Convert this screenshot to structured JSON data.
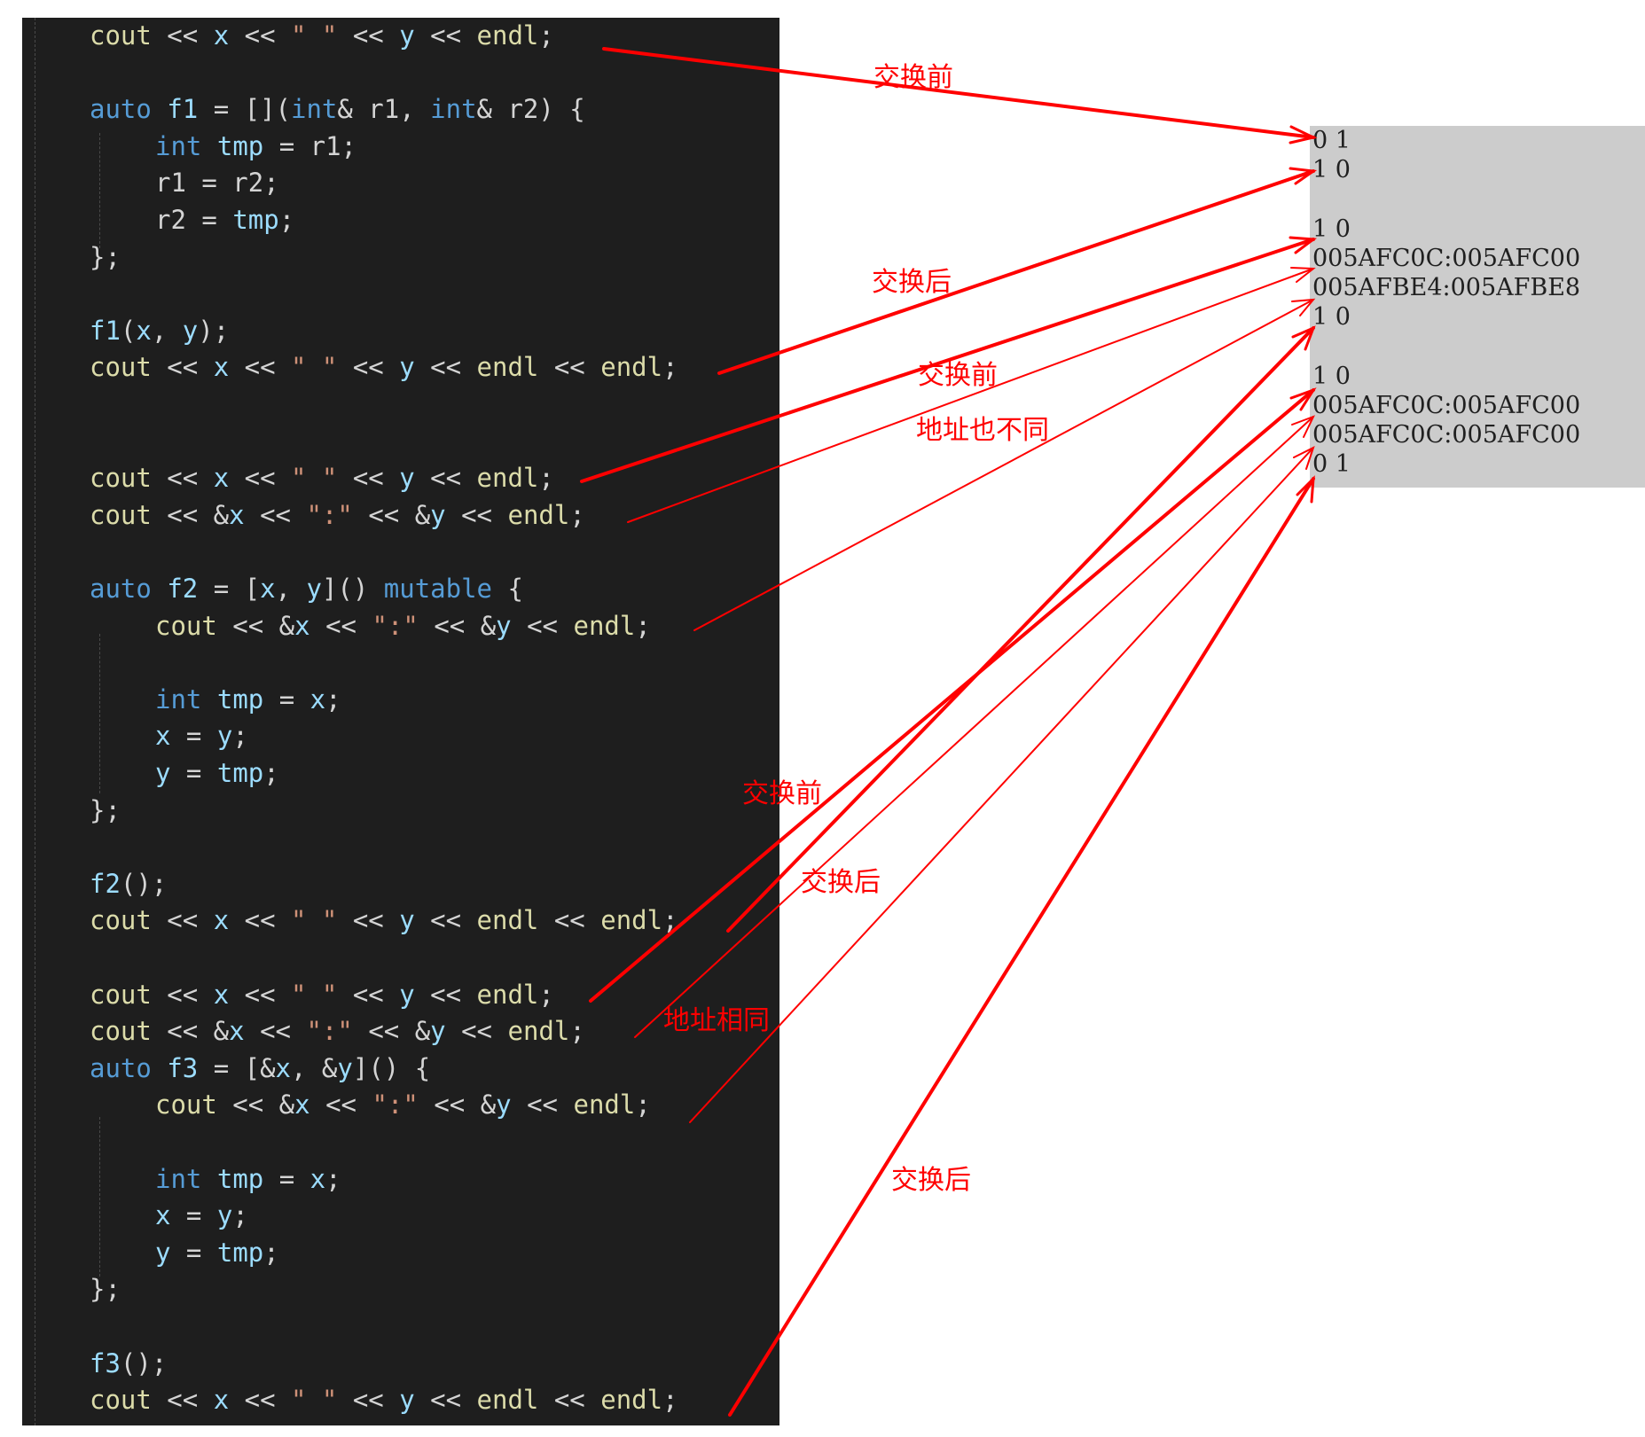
{
  "code_lines": [
    [
      [
        "cout",
        "fn"
      ],
      [
        " << ",
        "plain"
      ],
      [
        "x",
        "ident"
      ],
      [
        " << ",
        "plain"
      ],
      [
        "\" \"",
        "str"
      ],
      [
        " << ",
        "plain"
      ],
      [
        "y",
        "ident"
      ],
      [
        " << ",
        "plain"
      ],
      [
        "endl",
        "fn"
      ],
      [
        ";",
        "plain"
      ]
    ],
    [],
    [
      [
        "auto",
        "key"
      ],
      [
        " ",
        "plain"
      ],
      [
        "f1",
        "ident"
      ],
      [
        " = [](",
        "plain"
      ],
      [
        "int",
        "key"
      ],
      [
        "& r1, ",
        "plain"
      ],
      [
        "int",
        "key"
      ],
      [
        "& r2) {",
        "plain"
      ]
    ],
    [
      [
        "int",
        "key"
      ],
      [
        " ",
        "plain"
      ],
      [
        "tmp",
        "ident"
      ],
      [
        " = r1;",
        "plain"
      ]
    ],
    [
      [
        "r1 = r2;",
        "plain"
      ]
    ],
    [
      [
        "r2 = ",
        "plain"
      ],
      [
        "tmp",
        "ident"
      ],
      [
        ";",
        "plain"
      ]
    ],
    [
      [
        "};",
        "plain"
      ]
    ],
    [],
    [
      [
        "f1",
        "ident"
      ],
      [
        "(",
        "plain"
      ],
      [
        "x",
        "ident"
      ],
      [
        ", ",
        "plain"
      ],
      [
        "y",
        "ident"
      ],
      [
        ");",
        "plain"
      ]
    ],
    [
      [
        "cout",
        "fn"
      ],
      [
        " << ",
        "plain"
      ],
      [
        "x",
        "ident"
      ],
      [
        " << ",
        "plain"
      ],
      [
        "\" \"",
        "str"
      ],
      [
        " << ",
        "plain"
      ],
      [
        "y",
        "ident"
      ],
      [
        " << ",
        "plain"
      ],
      [
        "endl",
        "fn"
      ],
      [
        " << ",
        "plain"
      ],
      [
        "endl",
        "fn"
      ],
      [
        ";",
        "plain"
      ]
    ],
    [],
    [],
    [
      [
        "cout",
        "fn"
      ],
      [
        " << ",
        "plain"
      ],
      [
        "x",
        "ident"
      ],
      [
        " << ",
        "plain"
      ],
      [
        "\" \"",
        "str"
      ],
      [
        " << ",
        "plain"
      ],
      [
        "y",
        "ident"
      ],
      [
        " << ",
        "plain"
      ],
      [
        "endl",
        "fn"
      ],
      [
        ";",
        "plain"
      ]
    ],
    [
      [
        "cout",
        "fn"
      ],
      [
        " << &",
        "plain"
      ],
      [
        "x",
        "ident"
      ],
      [
        " << ",
        "plain"
      ],
      [
        "\":\"",
        "str"
      ],
      [
        " << &",
        "plain"
      ],
      [
        "y",
        "ident"
      ],
      [
        " << ",
        "plain"
      ],
      [
        "endl",
        "fn"
      ],
      [
        ";",
        "plain"
      ]
    ],
    [],
    [
      [
        "auto",
        "key"
      ],
      [
        " ",
        "plain"
      ],
      [
        "f2",
        "ident"
      ],
      [
        " = [",
        "plain"
      ],
      [
        "x",
        "ident"
      ],
      [
        ", ",
        "plain"
      ],
      [
        "y",
        "ident"
      ],
      [
        "]() ",
        "plain"
      ],
      [
        "mutable",
        "key"
      ],
      [
        " {",
        "plain"
      ]
    ],
    [
      [
        "cout",
        "fn"
      ],
      [
        " << &",
        "plain"
      ],
      [
        "x",
        "ident"
      ],
      [
        " << ",
        "plain"
      ],
      [
        "\":\"",
        "str"
      ],
      [
        " << &",
        "plain"
      ],
      [
        "y",
        "ident"
      ],
      [
        " << ",
        "plain"
      ],
      [
        "endl",
        "fn"
      ],
      [
        ";",
        "plain"
      ]
    ],
    [],
    [
      [
        "int",
        "key"
      ],
      [
        " ",
        "plain"
      ],
      [
        "tmp",
        "ident"
      ],
      [
        " = ",
        "plain"
      ],
      [
        "x",
        "ident"
      ],
      [
        ";",
        "plain"
      ]
    ],
    [
      [
        "x",
        "ident"
      ],
      [
        " = ",
        "plain"
      ],
      [
        "y",
        "ident"
      ],
      [
        ";",
        "plain"
      ]
    ],
    [
      [
        "y",
        "ident"
      ],
      [
        " = ",
        "plain"
      ],
      [
        "tmp",
        "ident"
      ],
      [
        ";",
        "plain"
      ]
    ],
    [
      [
        "};",
        "plain"
      ]
    ],
    [],
    [
      [
        "f2",
        "ident"
      ],
      [
        "();",
        "plain"
      ]
    ],
    [
      [
        "cout",
        "fn"
      ],
      [
        " << ",
        "plain"
      ],
      [
        "x",
        "ident"
      ],
      [
        " << ",
        "plain"
      ],
      [
        "\" \"",
        "str"
      ],
      [
        " << ",
        "plain"
      ],
      [
        "y",
        "ident"
      ],
      [
        " << ",
        "plain"
      ],
      [
        "endl",
        "fn"
      ],
      [
        " << ",
        "plain"
      ],
      [
        "endl",
        "fn"
      ],
      [
        ";",
        "plain"
      ]
    ],
    [],
    [
      [
        "cout",
        "fn"
      ],
      [
        " << ",
        "plain"
      ],
      [
        "x",
        "ident"
      ],
      [
        " << ",
        "plain"
      ],
      [
        "\" \"",
        "str"
      ],
      [
        " << ",
        "plain"
      ],
      [
        "y",
        "ident"
      ],
      [
        " << ",
        "plain"
      ],
      [
        "endl",
        "fn"
      ],
      [
        ";",
        "plain"
      ]
    ],
    [
      [
        "cout",
        "fn"
      ],
      [
        " << &",
        "plain"
      ],
      [
        "x",
        "ident"
      ],
      [
        " << ",
        "plain"
      ],
      [
        "\":\"",
        "str"
      ],
      [
        " << &",
        "plain"
      ],
      [
        "y",
        "ident"
      ],
      [
        " << ",
        "plain"
      ],
      [
        "endl",
        "fn"
      ],
      [
        ";",
        "plain"
      ]
    ],
    [
      [
        "auto",
        "key"
      ],
      [
        " ",
        "plain"
      ],
      [
        "f3",
        "ident"
      ],
      [
        " = [&",
        "plain"
      ],
      [
        "x",
        "ident"
      ],
      [
        ", &",
        "plain"
      ],
      [
        "y",
        "ident"
      ],
      [
        "]() {",
        "plain"
      ]
    ],
    [
      [
        "cout",
        "fn"
      ],
      [
        " << &",
        "plain"
      ],
      [
        "x",
        "ident"
      ],
      [
        " << ",
        "plain"
      ],
      [
        "\":\"",
        "str"
      ],
      [
        " << &",
        "plain"
      ],
      [
        "y",
        "ident"
      ],
      [
        " << ",
        "plain"
      ],
      [
        "endl",
        "fn"
      ],
      [
        ";",
        "plain"
      ]
    ],
    [],
    [
      [
        "int",
        "key"
      ],
      [
        " ",
        "plain"
      ],
      [
        "tmp",
        "ident"
      ],
      [
        " = ",
        "plain"
      ],
      [
        "x",
        "ident"
      ],
      [
        ";",
        "plain"
      ]
    ],
    [
      [
        "x",
        "ident"
      ],
      [
        " = ",
        "plain"
      ],
      [
        "y",
        "ident"
      ],
      [
        ";",
        "plain"
      ]
    ],
    [
      [
        "y",
        "ident"
      ],
      [
        " = ",
        "plain"
      ],
      [
        "tmp",
        "ident"
      ],
      [
        ";",
        "plain"
      ]
    ],
    [
      [
        "};",
        "plain"
      ]
    ],
    [],
    [
      [
        "f3",
        "ident"
      ],
      [
        "();",
        "plain"
      ]
    ],
    [
      [
        "cout",
        "fn"
      ],
      [
        " << ",
        "plain"
      ],
      [
        "x",
        "ident"
      ],
      [
        " << ",
        "plain"
      ],
      [
        "\" \"",
        "str"
      ],
      [
        " << ",
        "plain"
      ],
      [
        "y",
        "ident"
      ],
      [
        " << ",
        "plain"
      ],
      [
        "endl",
        "fn"
      ],
      [
        " << ",
        "plain"
      ],
      [
        "endl",
        "fn"
      ],
      [
        ";",
        "plain"
      ]
    ]
  ],
  "console_lines": [
    "0 1",
    "1 0",
    "",
    "1 0",
    "005AFC0C:005AFC00",
    "005AFBE4:005AFBE8",
    "1 0",
    "",
    "1 0",
    "005AFC0C:005AFC00",
    "005AFC0C:005AFC00",
    "0 1"
  ],
  "annotations": {
    "label_1": "交换前",
    "label_2": "交换后",
    "label_3": "交换前",
    "label_4": "地址也不同",
    "label_5": "交换前",
    "label_6": "交换后",
    "label_7": "地址相同",
    "label_8": "交换后"
  },
  "colors": {
    "code_background": "#1e1e1e",
    "console_background": "#cccccc",
    "annotation": "#ff0000",
    "identifier": "#9cdcfe",
    "keyword": "#569cd6",
    "function": "#dcdcaa",
    "string": "#ce9178",
    "text": "#d4d4d4"
  }
}
